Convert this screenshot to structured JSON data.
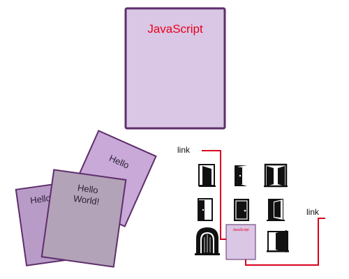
{
  "main_page": {
    "title": "JavaScript"
  },
  "stack": {
    "back_text": "Hello",
    "middle_text": "Hello",
    "front_line1": "Hello",
    "front_line2": "World!"
  },
  "links": {
    "left_label": "link",
    "right_label": "link"
  },
  "thumbnail": {
    "title": "JavaScript"
  },
  "icons": [
    "open-door-icon",
    "half-open-door-icon",
    "double-door-icon",
    "narrow-door-icon",
    "closed-door-icon",
    "door-ajar-icon",
    "arched-stone-door-icon",
    "open-door-outline-icon"
  ],
  "colors": {
    "page_fill": "#dac6e5",
    "page_border": "#5e2e6b",
    "title_red": "#e8001a",
    "link_red": "#d8001e",
    "stack_back": "#c8a9d8",
    "stack_middle": "#b99bc8",
    "stack_front": "#b2a3b8",
    "stack_text": "#2b1f33",
    "icon_black": "#111111"
  }
}
